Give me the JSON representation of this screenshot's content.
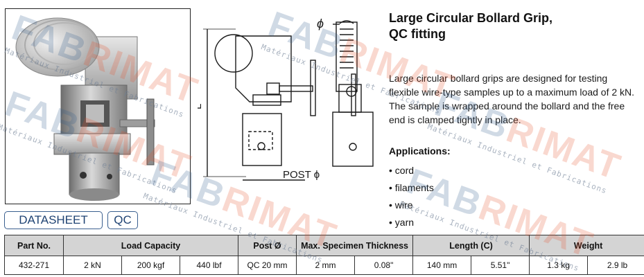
{
  "product": {
    "title_line1": "Large Circular Bollard Grip,",
    "title_line2": "QC fitting",
    "description": "Large circular bollard grips are designed for testing flexible wire-type samples up to a maximum load of 2 kN.  The sample is wrapped around the bollard and the free end is clamped tightly in place.",
    "applications_heading": "Applications:",
    "applications": [
      "cord",
      "filaments",
      "wire",
      "yarn"
    ]
  },
  "tags": {
    "datasheet": "DATASHEET",
    "qc": "QC"
  },
  "drawing": {
    "label_phi": "ϕ",
    "label_length": "L",
    "label_post": "POST ϕ"
  },
  "watermark": {
    "logo_part1": "FAB",
    "logo_part2": "RIMAT",
    "subtitle": "Matériaux Industriel et Fabrications"
  },
  "table": {
    "headers": [
      "Part No.",
      "Load Capacity",
      "Post Ø",
      "Max. Specimen Thickness",
      "Length (C)",
      "Weight"
    ],
    "row": [
      "432-271",
      "2 kN",
      "200 kgf",
      "440 lbf",
      "QC 20 mm",
      "2 mm",
      "0.08\"",
      "140 mm",
      "5.51\"",
      "1.3 kg",
      "2.9 lb"
    ]
  },
  "colors": {
    "watermark_blue": "#2f5b8c",
    "watermark_orange": "#e8502a",
    "tag_border": "#3a5f8f",
    "header_bg": "#d4d4d4"
  }
}
